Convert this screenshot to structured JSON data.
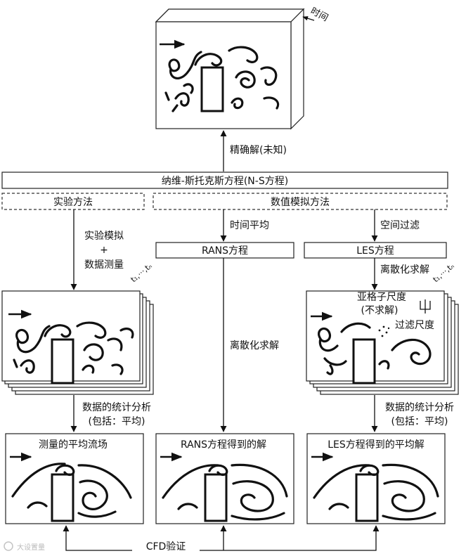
{
  "top": {
    "time_label": "时间",
    "exact_solution": "精确解(未知)"
  },
  "ns_equation": "纳维-斯托克斯方程(N-S方程)",
  "branches": {
    "experiment": "实验方法",
    "numerical": "数值模拟方法"
  },
  "experiment": {
    "step_line1": "实验模拟",
    "step_plus": "+",
    "step_line2": "数据测量",
    "time_series": "t₁,···,tₙ",
    "stats_line1": "数据的统计分析",
    "stats_line2": "(包括：平均)",
    "result": "测量的平均流场"
  },
  "rans": {
    "step": "时间平均",
    "equation": "RANS方程",
    "solve": "离散化求解",
    "result": "RANS方程得到的解"
  },
  "les": {
    "step": "空间过滤",
    "equation": "LES方程",
    "solve": "离散化求解",
    "time_series": "t₁,···,tₙ",
    "subgrid_line1": "亚格子尺度",
    "subgrid_line2": "(不求解)",
    "filter_scale": "过滤尺度",
    "stats_line1": "数据的统计分析",
    "stats_line2": "(包括：平均)",
    "result": "LES方程得到的平均解"
  },
  "validation": "CFD验证",
  "watermark": "大设置量"
}
